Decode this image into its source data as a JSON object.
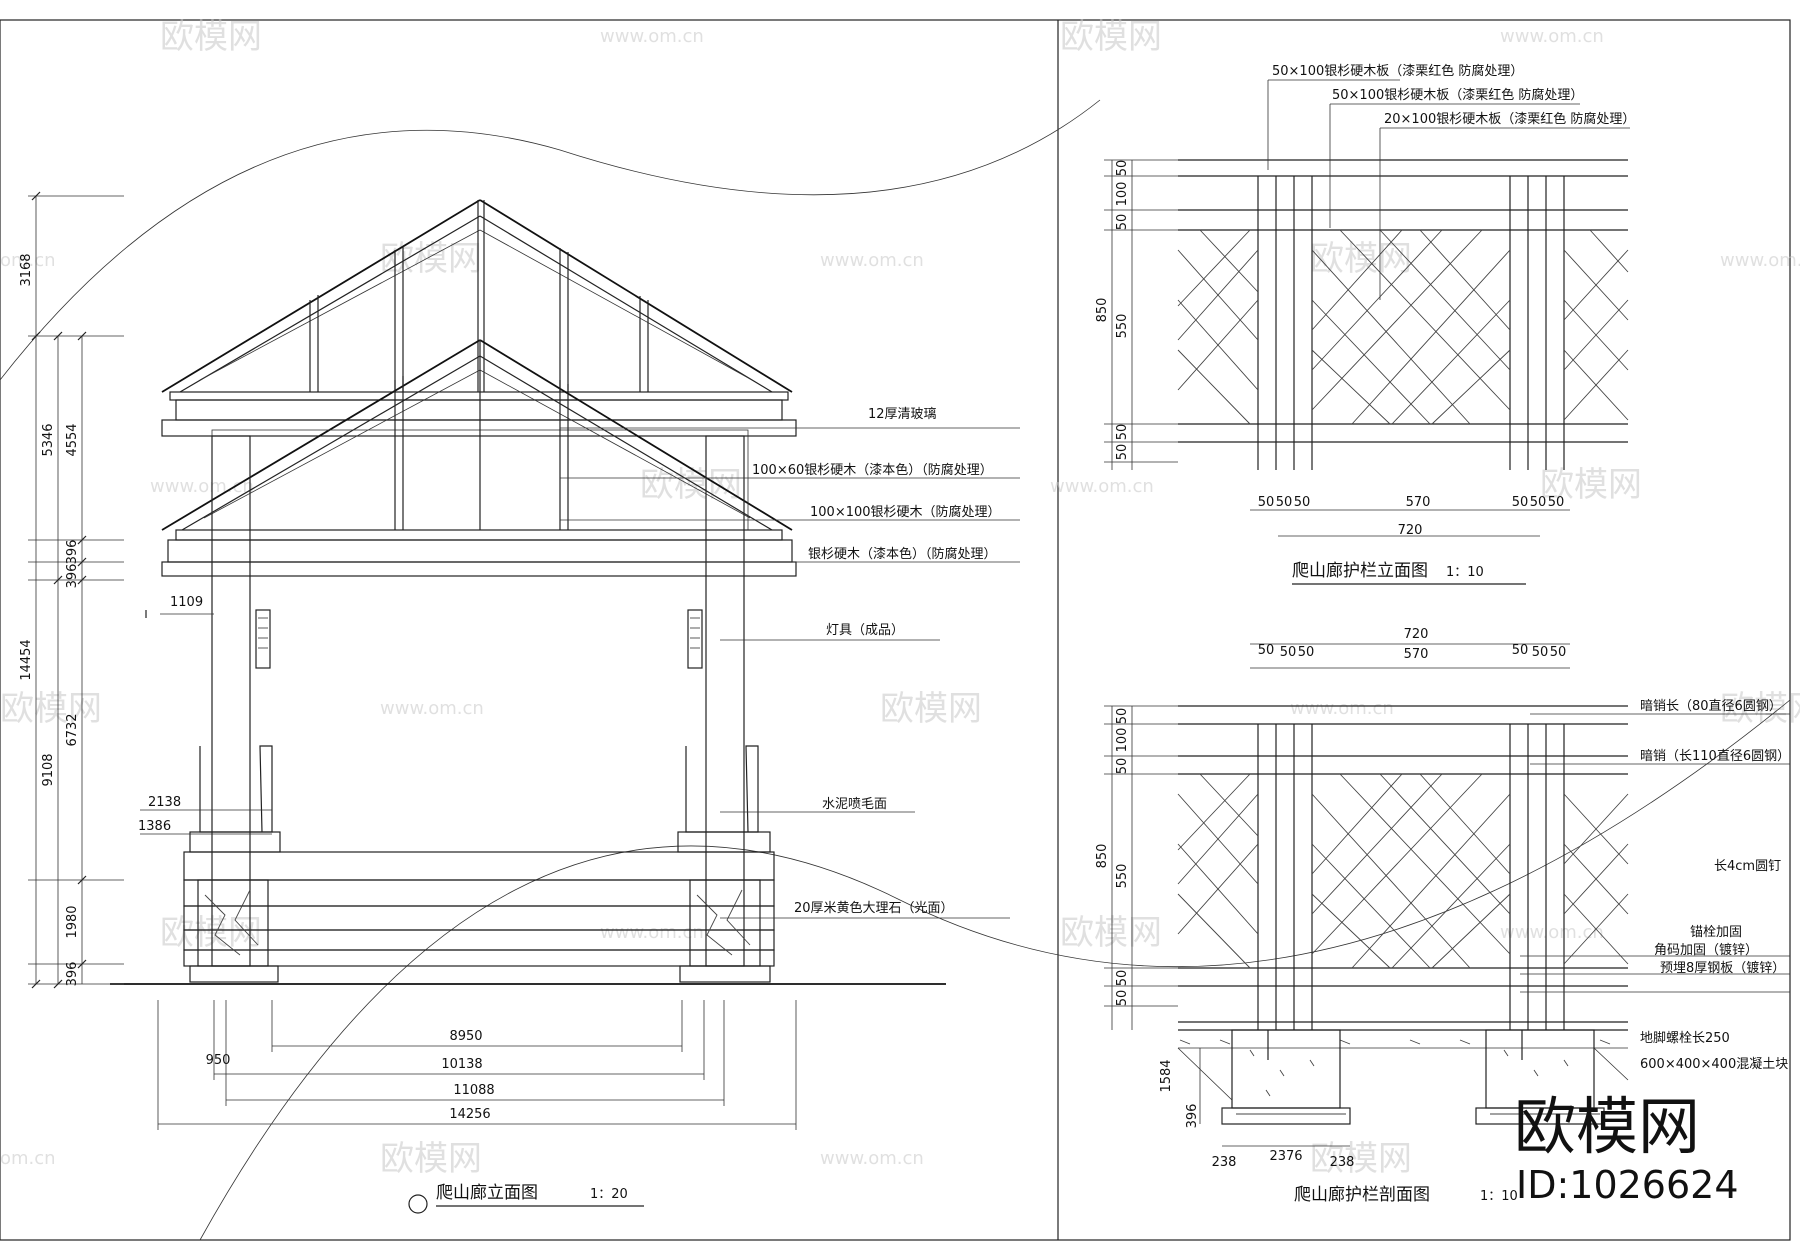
{
  "watermarks": {
    "brand": "欧模网",
    "site": "www.om.cn",
    "site_partial": "om.cn",
    "id_label": "ID:1026624"
  },
  "elevation": {
    "title": "爬山廊立面图",
    "scale": "1：20",
    "notes": [
      "12厚清玻璃",
      "100×60银杉硬木（漆本色）（防腐处理）",
      "100×100银杉硬木（防腐处理）",
      "银杉硬木（漆本色）（防腐处理）",
      "灯具（成品）",
      "水泥喷毛面",
      "20厚米黄色大理石（光面）"
    ],
    "dims_left_outer": [
      "3168",
      "5346",
      "14454",
      "9108"
    ],
    "dims_left_inner": [
      "4554",
      "396",
      "396",
      "6732",
      "1980",
      "396"
    ],
    "dims_misc": [
      "1109",
      "2138",
      "1386"
    ],
    "dims_bottom": [
      "8950",
      "950",
      "10138",
      "11088",
      "14256"
    ]
  },
  "railing_elevation": {
    "title": "爬山廊护栏立面图",
    "scale": "1：10",
    "notes": [
      "50×100银杉硬木板（漆栗红色 防腐处理）",
      "50×100银杉硬木板（漆栗红色 防腐处理）",
      "20×100银杉硬木板（漆栗红色 防腐处理）"
    ],
    "dims_left": [
      "50",
      "100",
      "50",
      "850",
      "550",
      "50",
      "50"
    ],
    "dims_bottom": [
      "50",
      "50",
      "50",
      "570",
      "50",
      "50",
      "50",
      "720"
    ]
  },
  "railing_section": {
    "title": "爬山廊护栏剖面图",
    "scale": "1：10",
    "notes": [
      "暗销长（80直径6圆钢）",
      "暗销（长110直径6圆钢）",
      "长4cm圆钉",
      "锚栓加固",
      "角码加固（镀锌）",
      "预埋8厚钢板（镀锌）",
      "地脚螺栓长250",
      "600×400×400混凝土块"
    ],
    "dims_top": [
      "720",
      "50",
      "50",
      "50",
      "570",
      "50",
      "50",
      "50"
    ],
    "dims_left": [
      "50",
      "100",
      "50",
      "850",
      "550",
      "50",
      "50",
      "1584",
      "396"
    ],
    "dims_bottom": [
      "238",
      "2376",
      "238"
    ]
  }
}
